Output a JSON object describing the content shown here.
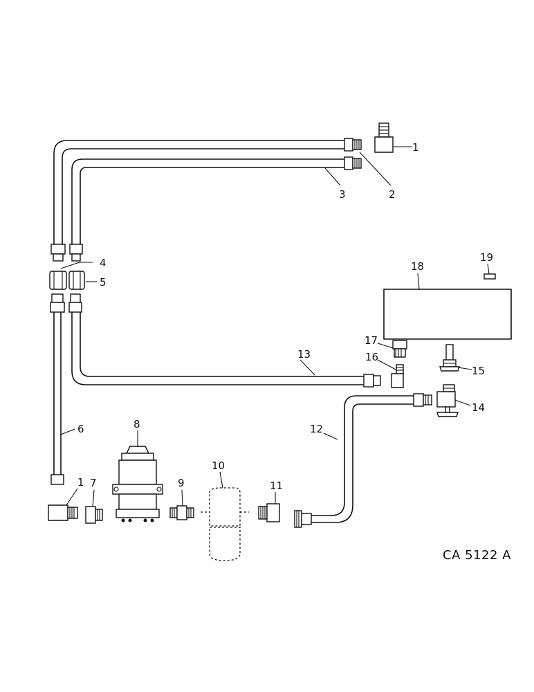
{
  "figure_id": "CA 5122 A",
  "callouts": {
    "c1_top": "1",
    "c2": "2",
    "c3": "3",
    "c4": "4",
    "c5": "5",
    "c6": "6",
    "c1_bottom": "1",
    "c7": "7",
    "c8": "8",
    "c9": "9",
    "c10": "10",
    "c11": "11",
    "c12": "12",
    "c13": "13",
    "c14": "14",
    "c15": "15",
    "c16": "16",
    "c17": "17",
    "c18": "18",
    "c19": "19"
  }
}
